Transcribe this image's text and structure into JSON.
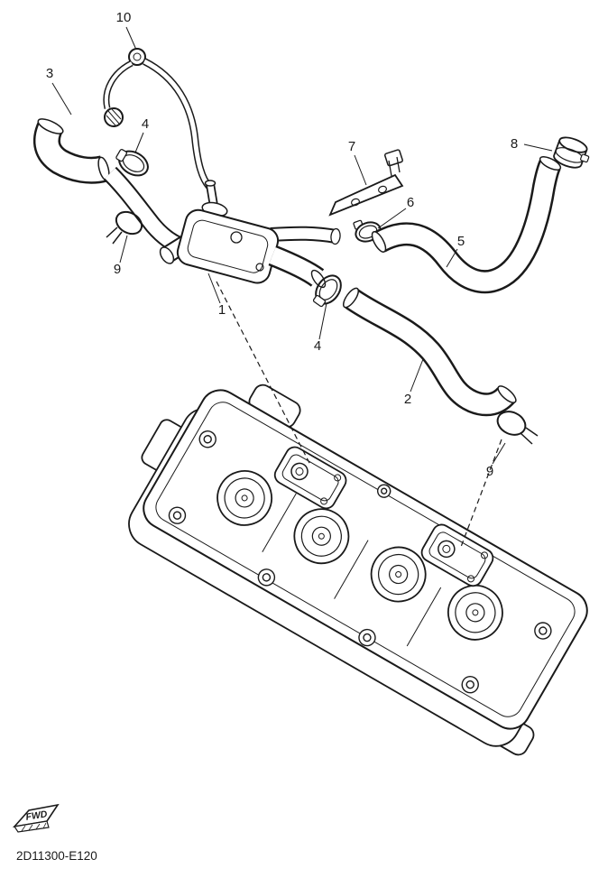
{
  "colors": {
    "background": "#ffffff",
    "line": "#1a1a1a"
  },
  "diagram": {
    "code": "2D11300-E120",
    "fwd_label": "FWD",
    "callouts": [
      {
        "label": "10"
      },
      {
        "label": "3"
      },
      {
        "label": "4"
      },
      {
        "label": "9"
      },
      {
        "label": "1"
      },
      {
        "label": "4"
      },
      {
        "label": "7"
      },
      {
        "label": "6"
      },
      {
        "label": "8"
      },
      {
        "label": "5"
      },
      {
        "label": "2"
      },
      {
        "label": "9"
      }
    ]
  }
}
